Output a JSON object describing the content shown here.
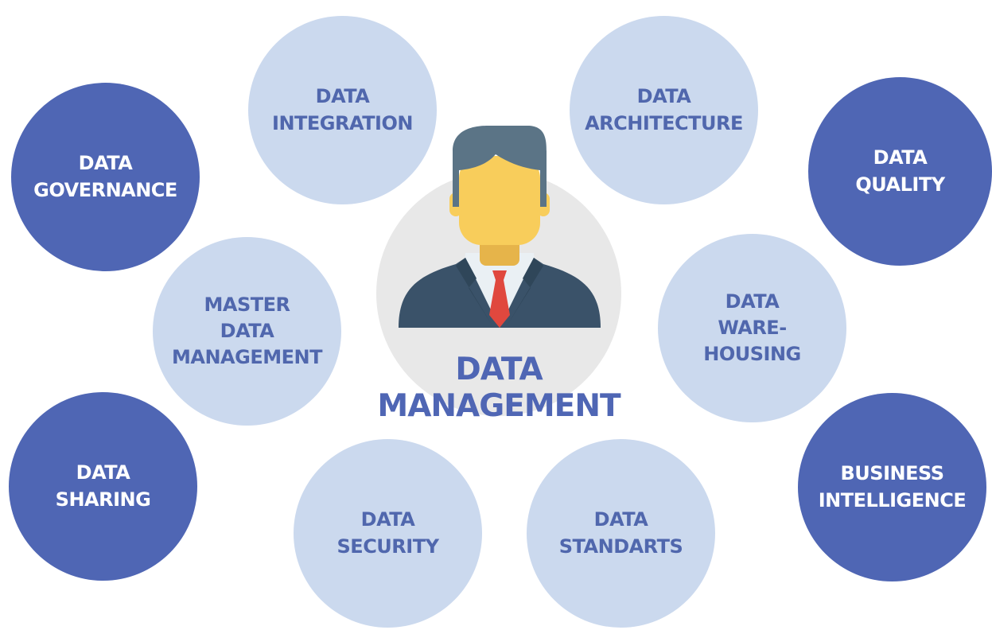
{
  "center": {
    "line1": "DATA",
    "line2": "MANAGEMENT"
  },
  "nodes": {
    "integration": {
      "lines": [
        "DATA",
        "INTEGRATION"
      ]
    },
    "architecture": {
      "lines": [
        "DATA",
        "ARCHITECTURE"
      ]
    },
    "governance": {
      "lines": [
        "DATA",
        "GOVERNANCE"
      ]
    },
    "quality": {
      "lines": [
        "DATA",
        "QUALITY"
      ]
    },
    "master": {
      "lines": [
        "MASTER",
        "DATA",
        "MANAGEMENT"
      ]
    },
    "warehousing": {
      "lines": [
        "DATA",
        "WARE-",
        "HOUSING"
      ]
    },
    "sharing": {
      "lines": [
        "DATA",
        "SHARING"
      ]
    },
    "bi": {
      "lines": [
        "BUSINESS",
        "INTELLIGENCE"
      ]
    },
    "security": {
      "lines": [
        "DATA",
        "SECURITY"
      ]
    },
    "standarts": {
      "lines": [
        "DATA",
        "STANDARTS"
      ]
    }
  },
  "colors": {
    "light_bubble": "#cbd9ee",
    "light_text": "#5067ad",
    "dark_bubble": "#4f66b4",
    "dark_text": "#ffffff",
    "center_disc": "#e8e8e8",
    "hair": "#5b7486",
    "face": "#f8cd5b",
    "shirt": "#eaf0f4",
    "suit": "#3a5269",
    "tie": "#e0483e"
  },
  "icons": {
    "center": "businessman-icon"
  }
}
